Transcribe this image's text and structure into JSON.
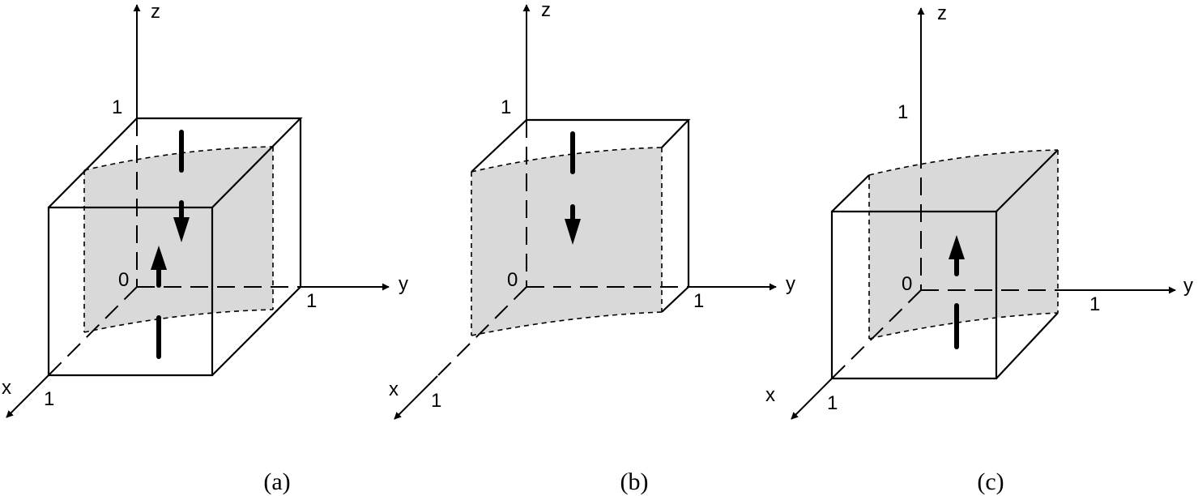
{
  "panels": [
    {
      "id": "a",
      "caption": "(a)",
      "labels": {
        "z": "z",
        "y": "y",
        "x": "x",
        "z1": "1",
        "y1": "1",
        "x1": "1",
        "origin": "0"
      }
    },
    {
      "id": "b",
      "caption": "(b)",
      "labels": {
        "z": "z",
        "y": "y",
        "x": "x",
        "z1": "1",
        "y1": "1",
        "x1": "1",
        "origin": "0"
      }
    },
    {
      "id": "c",
      "caption": "(c)",
      "labels": {
        "z": "z",
        "y": "y",
        "x": "x",
        "z1": "1",
        "y1": "1",
        "x1": "1",
        "origin": "0"
      }
    }
  ],
  "colors": {
    "surface": "#d9d9d9",
    "line": "#000000",
    "background": "#ffffff"
  }
}
